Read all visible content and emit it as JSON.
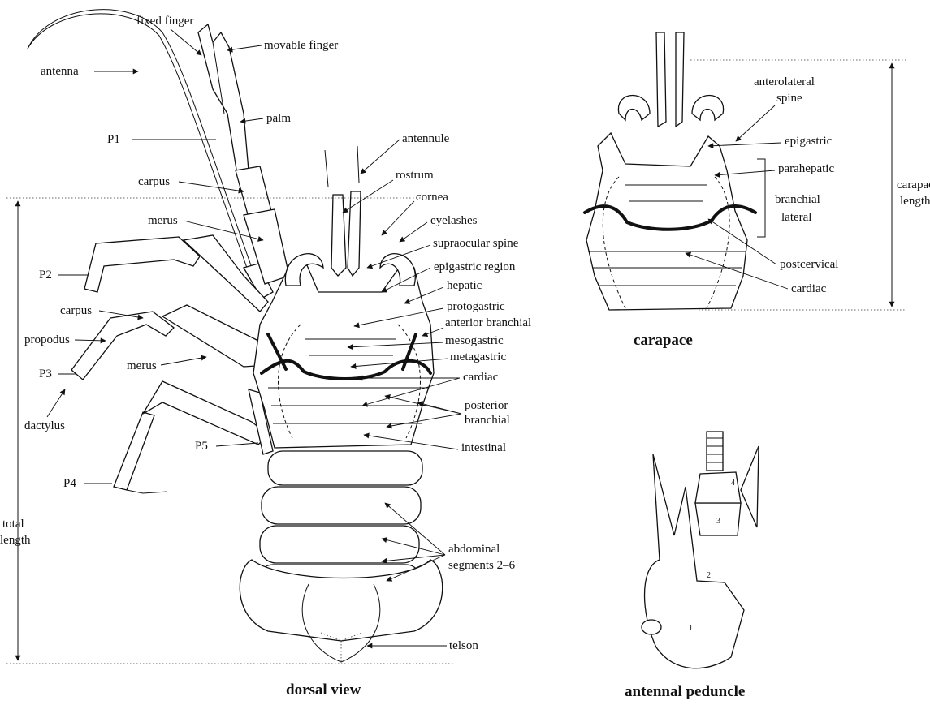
{
  "captions": {
    "dorsal": "dorsal view",
    "carapace": "carapace",
    "peduncle": "antennal peduncle"
  },
  "dorsal_labels": {
    "antenna": "antenna",
    "fixed_finger": "fixed finger",
    "movable_finger": "movable finger",
    "palm": "palm",
    "p1": "P1",
    "carpus_p1": "carpus",
    "merus_p1": "merus",
    "antennule": "antennule",
    "rostrum": "rostrum",
    "cornea": "cornea",
    "eyelashes": "eyelashes",
    "supraocular_spine": "supraocular spine",
    "epigastric_region": "epigastric region",
    "hepatic": "hepatic",
    "protogastric": "protogastric",
    "anterior_branchial": "anterior branchial",
    "mesogastric": "mesogastric",
    "metagastric": "metagastric",
    "cardiac": "cardiac",
    "posterior_branchial_1": "posterior",
    "posterior_branchial_2": "branchial",
    "intestinal": "intestinal",
    "p2": "P2",
    "carpus_leg": "carpus",
    "propodus": "propodus",
    "p3": "P3",
    "merus_leg": "merus",
    "dactylus": "dactylus",
    "p5": "P5",
    "p4": "P4",
    "total_length_1": "total",
    "total_length_2": "length",
    "abdominal_1": "abdominal",
    "abdominal_2": "segments 2–6",
    "telson": "telson"
  },
  "carapace_labels": {
    "anterolateral_1": "anterolateral",
    "anterolateral_2": "spine",
    "epigastric": "epigastric",
    "parahepatic": "parahepatic",
    "branchial_lateral_1": "branchial",
    "branchial_lateral_2": "lateral",
    "postcervical": "postcervical",
    "cardiac": "cardiac",
    "carapace_length_1": "carapace",
    "carapace_length_2": "length"
  },
  "peduncle_labels": {
    "seg1": "1",
    "seg2": "2",
    "seg3": "3",
    "seg4": "4"
  }
}
